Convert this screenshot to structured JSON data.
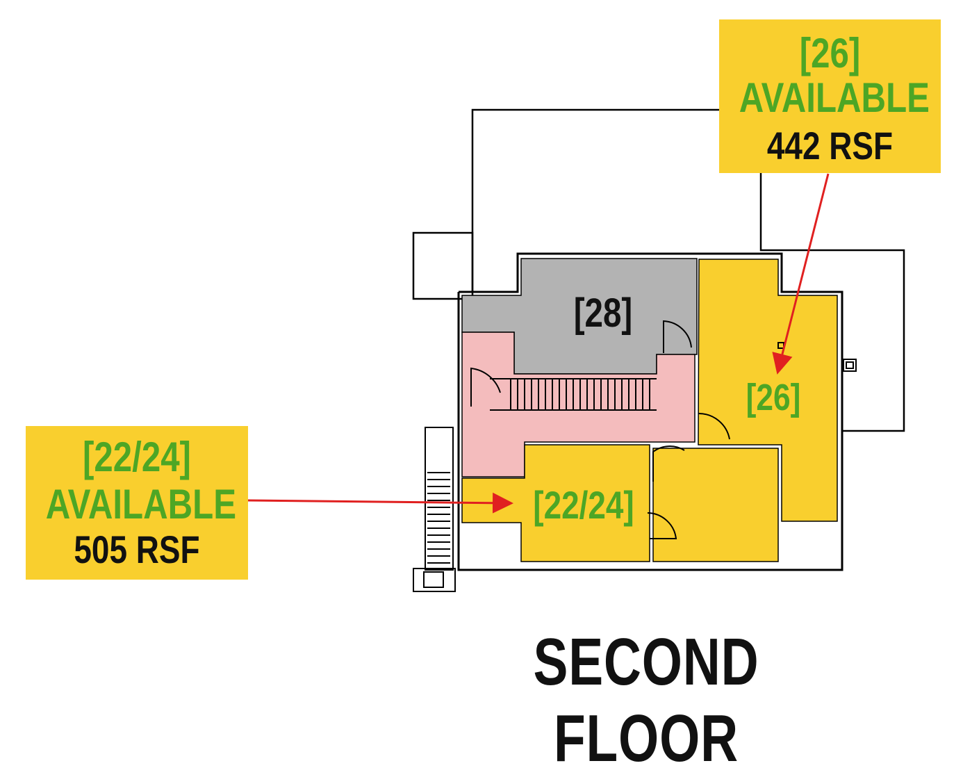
{
  "callouts": {
    "suite_26": {
      "id": "[26]",
      "status": "AVAILABLE",
      "area": "442 RSF"
    },
    "suite_2224": {
      "id": "[22/24]",
      "status": "AVAILABLE",
      "area": "505 RSF"
    }
  },
  "rooms": {
    "r28": "[28]",
    "r26": "[26]",
    "r2224": "[22/24]"
  },
  "floor_title": "SECOND FLOOR",
  "colors": {
    "available": "#f9cf2e",
    "occupied": "#b3b3b3",
    "common": "#f4bcbd",
    "label_green": "#4da625",
    "arrow": "#e02020"
  }
}
